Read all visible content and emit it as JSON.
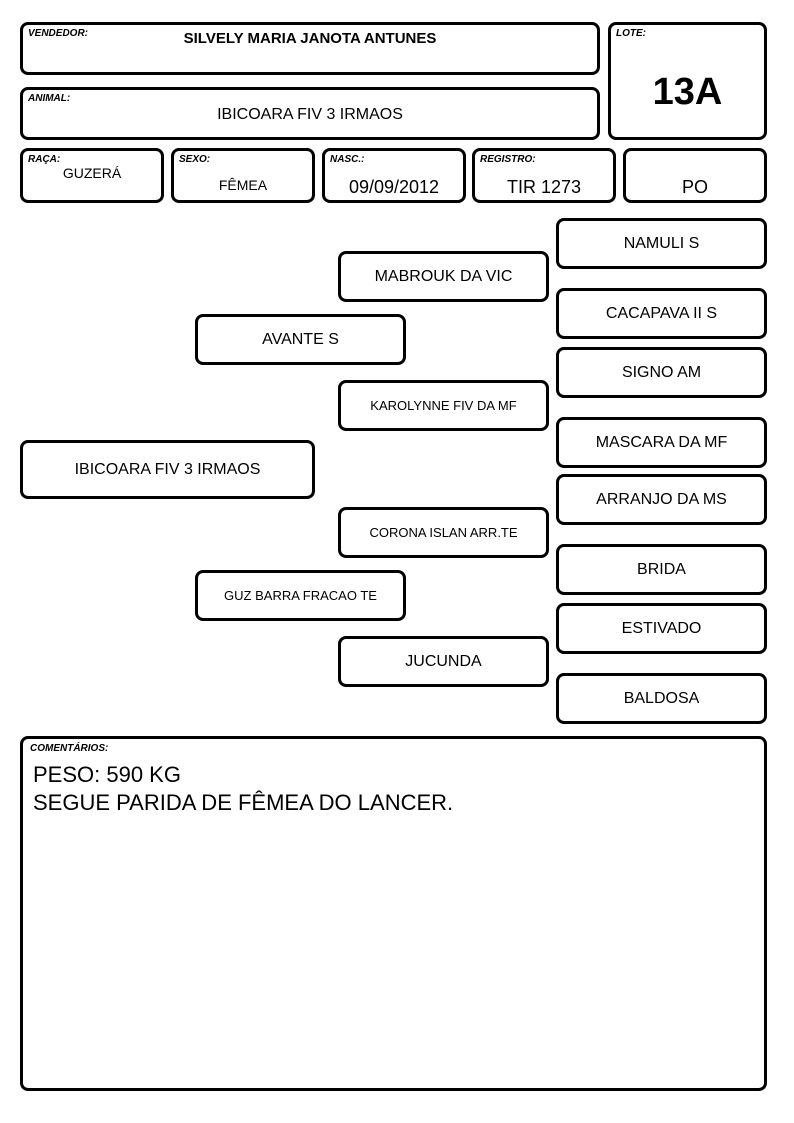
{
  "header": {
    "vendedor_label": "VENDEDOR:",
    "vendedor_value": "SILVELY MARIA JANOTA ANTUNES",
    "animal_label": "ANIMAL:",
    "animal_value": "IBICOARA FIV 3 IRMAOS",
    "lote_label": "LOTE:",
    "lote_value": "13A",
    "raca_label": "RAÇA:",
    "raca_value": "GUZERÁ",
    "sexo_label": "SEXO:",
    "sexo_value": "FÊMEA",
    "nasc_label": "NASC.:",
    "nasc_value": "09/09/2012",
    "registro_label": "REGISTRO:",
    "registro_value": "TIR 1273",
    "categoria_value": "PO"
  },
  "pedigree": {
    "animal": "IBICOARA FIV 3 IRMAOS",
    "sire": "AVANTE S",
    "dam": "GUZ BARRA FRACAO TE",
    "sire_sire": "MABROUK DA VIC",
    "sire_dam": "KAROLYNNE FIV DA MF",
    "dam_sire": "CORONA ISLAN ARR.TE",
    "dam_dam": "JUCUNDA",
    "ggp": [
      "NAMULI S",
      "CACAPAVA II S",
      "SIGNO AM",
      "MASCARA DA MF",
      "ARRANJO DA MS",
      "BRIDA",
      "ESTIVADO",
      "BALDOSA"
    ]
  },
  "comments": {
    "label": "COMENTÁRIOS:",
    "text": "PESO: 590 KG\nSEGUE PARIDA DE FÊMEA DO LANCER."
  }
}
